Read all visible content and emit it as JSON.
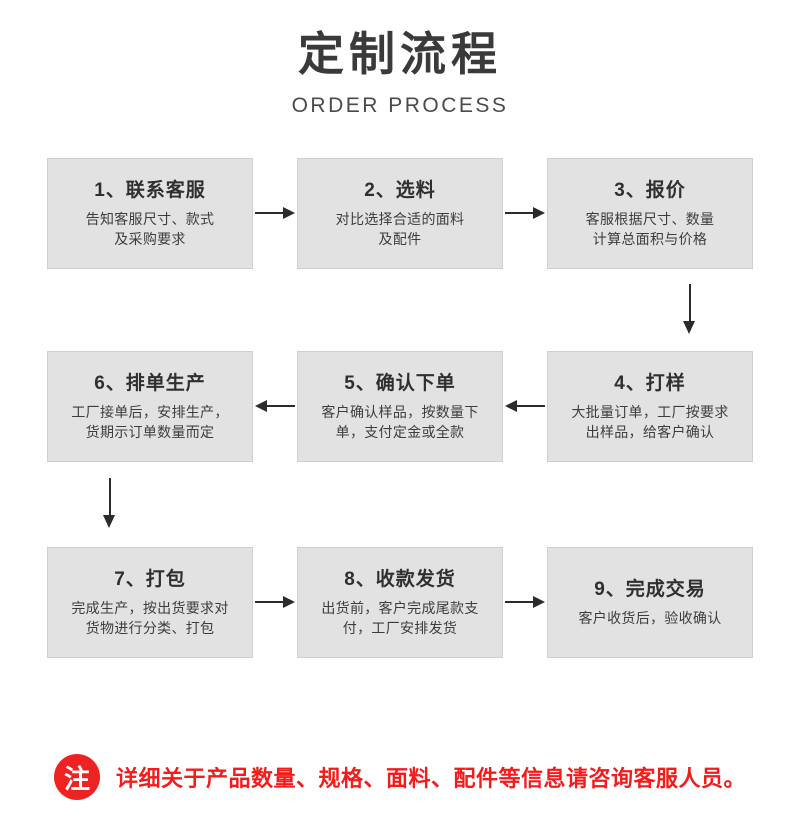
{
  "header": {
    "title_cn": "定制流程",
    "title_en": "ORDER PROCESS"
  },
  "flow": {
    "rows": [
      {
        "direction": "right",
        "steps": [
          {
            "title": "1、联系客服",
            "desc": "告知客服尺寸、款式\n及采购要求"
          },
          {
            "title": "2、选料",
            "desc": "对比选择合适的面料\n及配件"
          },
          {
            "title": "3、报价",
            "desc": "客服根据尺寸、数量\n计算总面积与价格"
          }
        ]
      },
      {
        "direction": "left",
        "steps": [
          {
            "title": "6、排单生产",
            "desc": "工厂接单后，安排生产，\n货期示订单数量而定"
          },
          {
            "title": "5、确认下单",
            "desc": "客户确认样品，按数量下\n单，支付定金或全款"
          },
          {
            "title": "4、打样",
            "desc": "大批量订单，工厂按要求\n出样品，给客户确认"
          }
        ]
      },
      {
        "direction": "right",
        "steps": [
          {
            "title": "7、打包",
            "desc": "完成生产，按出货要求对\n货物进行分类、打包"
          },
          {
            "title": "8、收款发货",
            "desc": "出货前，客户完成尾款支\n付，工厂安排发货"
          },
          {
            "title": "9、完成交易",
            "desc": "客户收货后，验收确认"
          }
        ]
      }
    ]
  },
  "note": {
    "badge": "注",
    "text": "详细关于产品数量、规格、面料、配件等信息请咨询客服人员。"
  },
  "colors": {
    "box_fill": "#e2e2e2",
    "box_border": "#cfcfcf",
    "arrow": "#2b2b2b",
    "note_red": "#f41b1b",
    "title": "#3a3a3a"
  }
}
